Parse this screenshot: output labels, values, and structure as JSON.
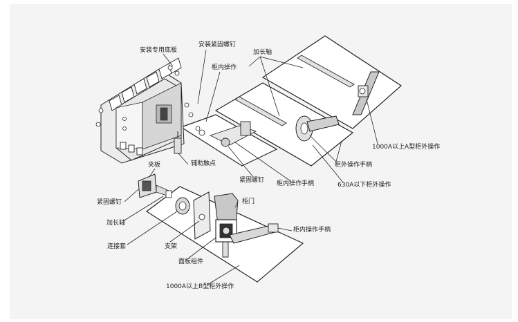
{
  "labels": {
    "mount_base_plate": "安装专用底板",
    "mount_fastening_screw": "安装紧固螺钉",
    "inner_cabinet_operation": "柜内操作",
    "extension_shaft_top": "加长轴",
    "aux_contact": "辅助触点",
    "clamp_plate": "夹板",
    "fastening_screw_left": "紧固螺钉",
    "extension_shaft_left": "加长轴",
    "connecting_sleeve": "连接套",
    "bracket": "支架",
    "panel_assembly": "面板组件",
    "fastening_screw_mid": "紧固螺钉",
    "inner_handle_mid": "柜内操作手柄",
    "outer_handle": "柜外操作手柄",
    "outer_op_630a": "630A以下柜外操作",
    "outer_op_1000a_a": "1000A以上A型柜外操作",
    "cabinet_door": "柜门",
    "inner_handle_bottom": "柜内操作手柄",
    "outer_op_1000a_b": "1000A以上B型柜外操作"
  },
  "colors": {
    "background": "#ffffff",
    "panel": "#f4f4f4",
    "line": "#222222",
    "switch_body": "#e8e8e8",
    "switch_shadow": "#b8b8b8",
    "door": "#c8c8c8"
  }
}
